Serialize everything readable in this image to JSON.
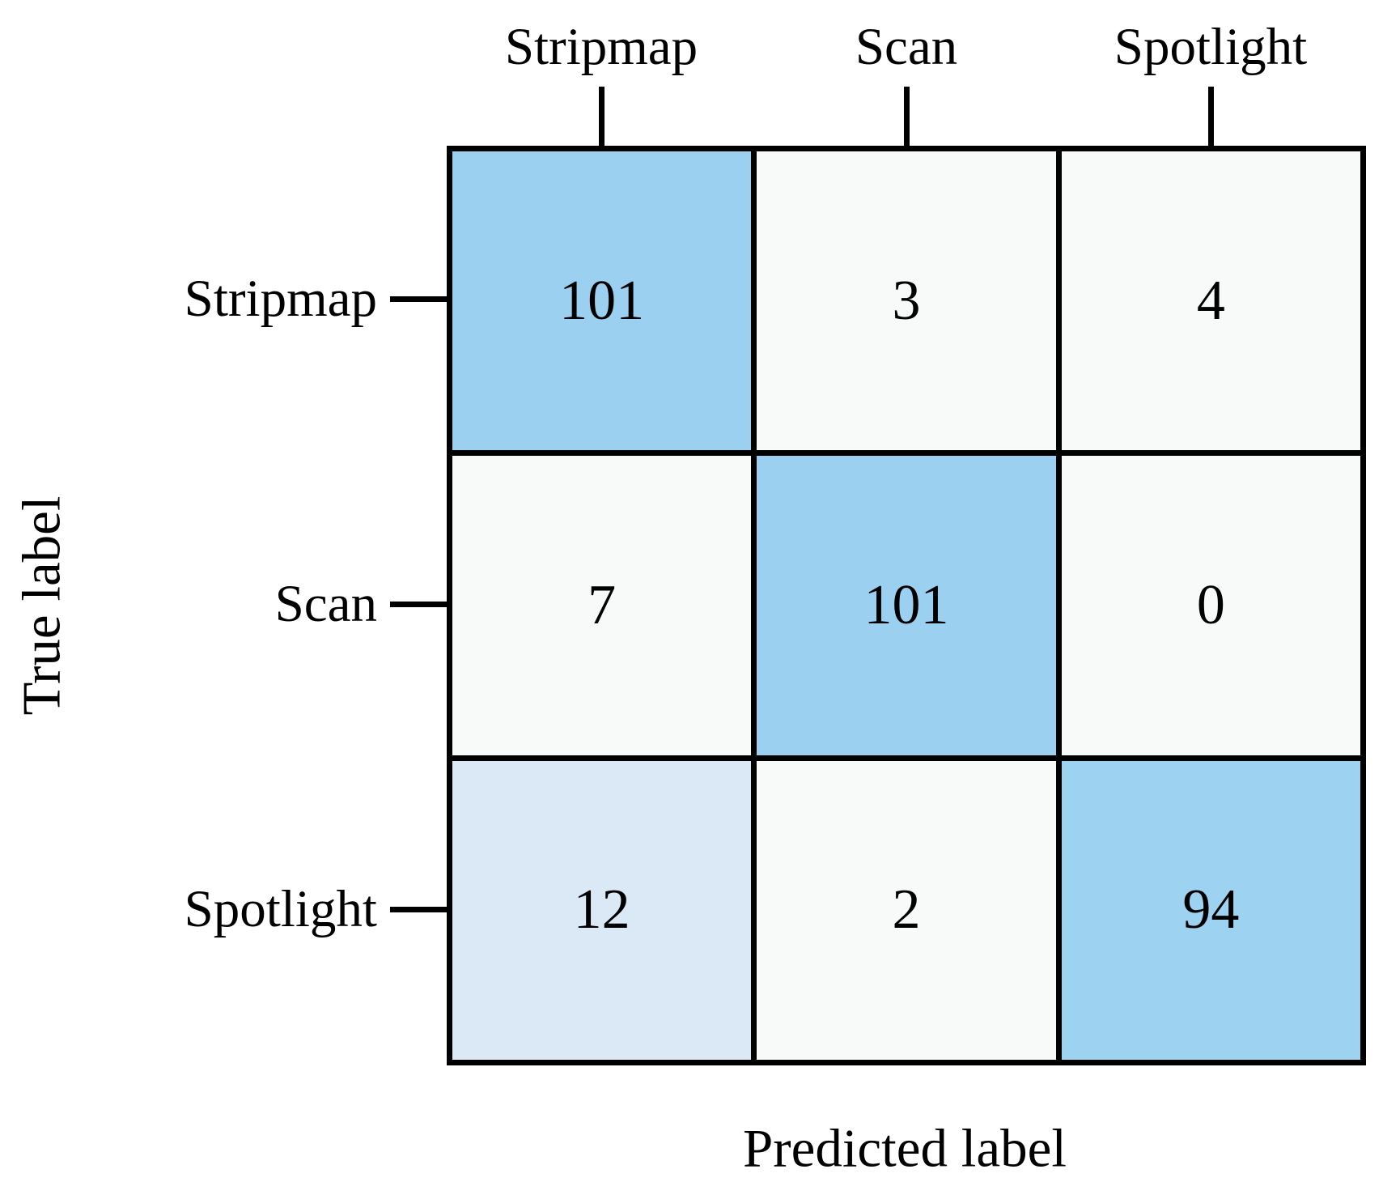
{
  "chart_data": {
    "type": "heatmap",
    "subtype": "confusion-matrix",
    "title": "",
    "xlabel": "Predicted label",
    "ylabel": "True label",
    "x_categories": [
      "Stripmap",
      "Scan",
      "Spotlight"
    ],
    "y_categories": [
      "Stripmap",
      "Scan",
      "Spotlight"
    ],
    "matrix": [
      [
        101,
        3,
        4
      ],
      [
        7,
        101,
        0
      ],
      [
        12,
        2,
        94
      ]
    ],
    "cell_colors": [
      [
        "#9bd0f0",
        "#f8f9f9",
        "#f8f9f9"
      ],
      [
        "#f8f9f9",
        "#9bd0f0",
        "#f8f9f9"
      ],
      [
        "#dbe8f5",
        "#f8f9f9",
        "#9dd2f1"
      ]
    ],
    "grid_color": "#000000",
    "text_color": "#000000",
    "background_color": "#ffffff",
    "legend": "none",
    "grid": "cell-borders"
  }
}
